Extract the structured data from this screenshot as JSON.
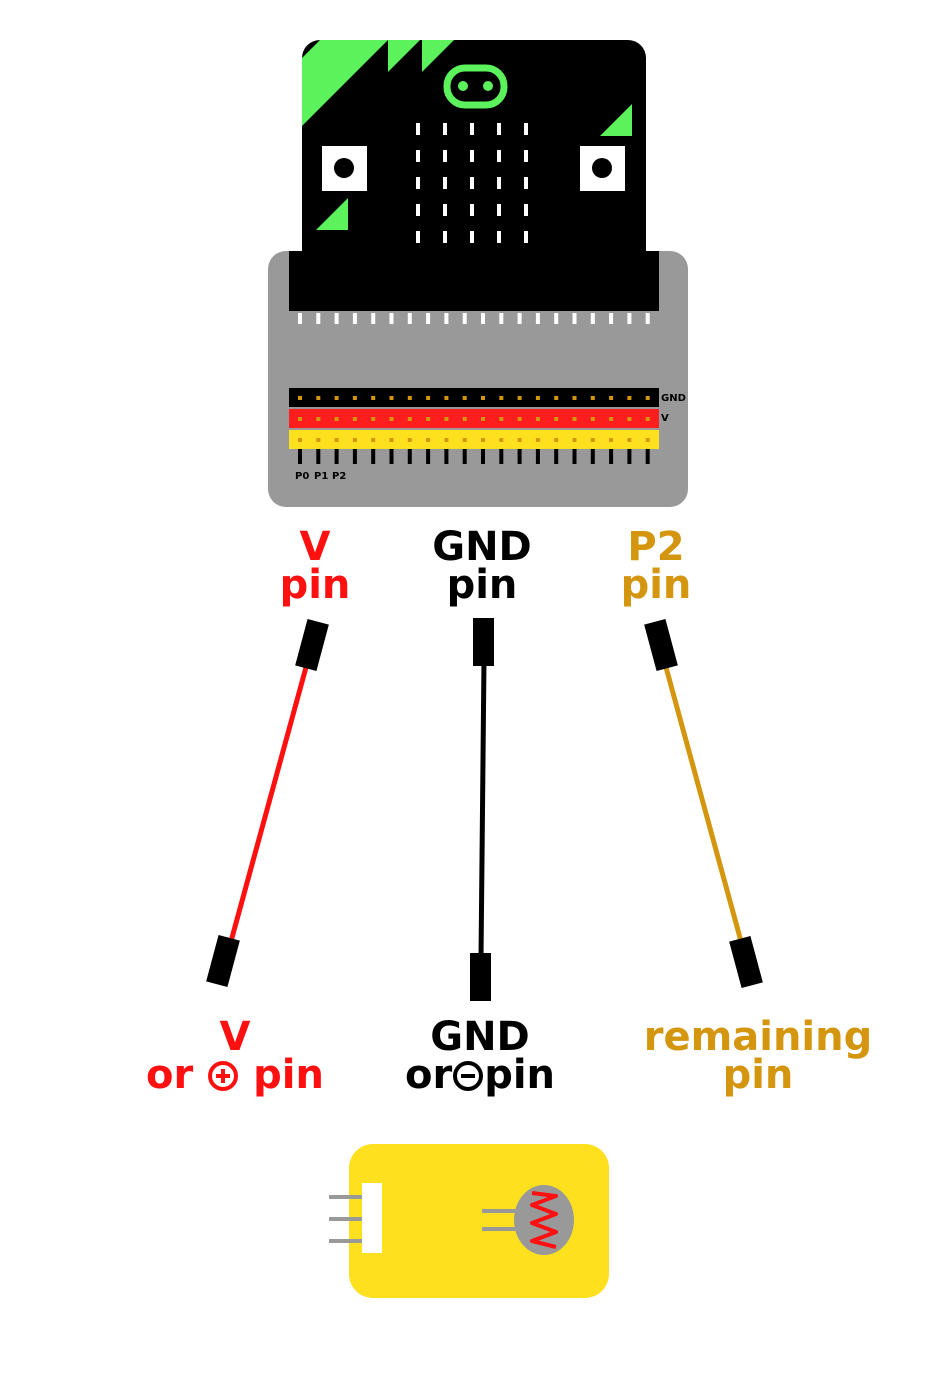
{
  "colors": {
    "v_wire": "#ff1010",
    "gnd_wire": "#000000",
    "p2_wire": "#d4960f",
    "microbit_accent": "#5cf25c",
    "expansion_board": "#999999",
    "sensor_board": "#ffe01e"
  },
  "board": {
    "rail_gnd_label": "GND",
    "rail_v_label": "V",
    "pin_p0": "P0",
    "pin_p1": "P1",
    "pin_p2": "P2"
  },
  "labels": {
    "v_top_line1": "V",
    "v_top_line2": "pin",
    "gnd_top_line1": "GND",
    "gnd_top_line2": "pin",
    "p2_top_line1": "P2",
    "p2_top_line2": "pin",
    "v_bottom_line1": "V",
    "v_bottom_or": "or",
    "v_bottom_pin": "pin",
    "gnd_bottom_line1": "GND",
    "gnd_bottom_or": "or",
    "gnd_bottom_pin": "pin",
    "rem_bottom_line1": "remaining",
    "rem_bottom_line2": "pin"
  },
  "icons": {
    "plus": "plus-circle-icon",
    "minus": "minus-circle-icon"
  }
}
